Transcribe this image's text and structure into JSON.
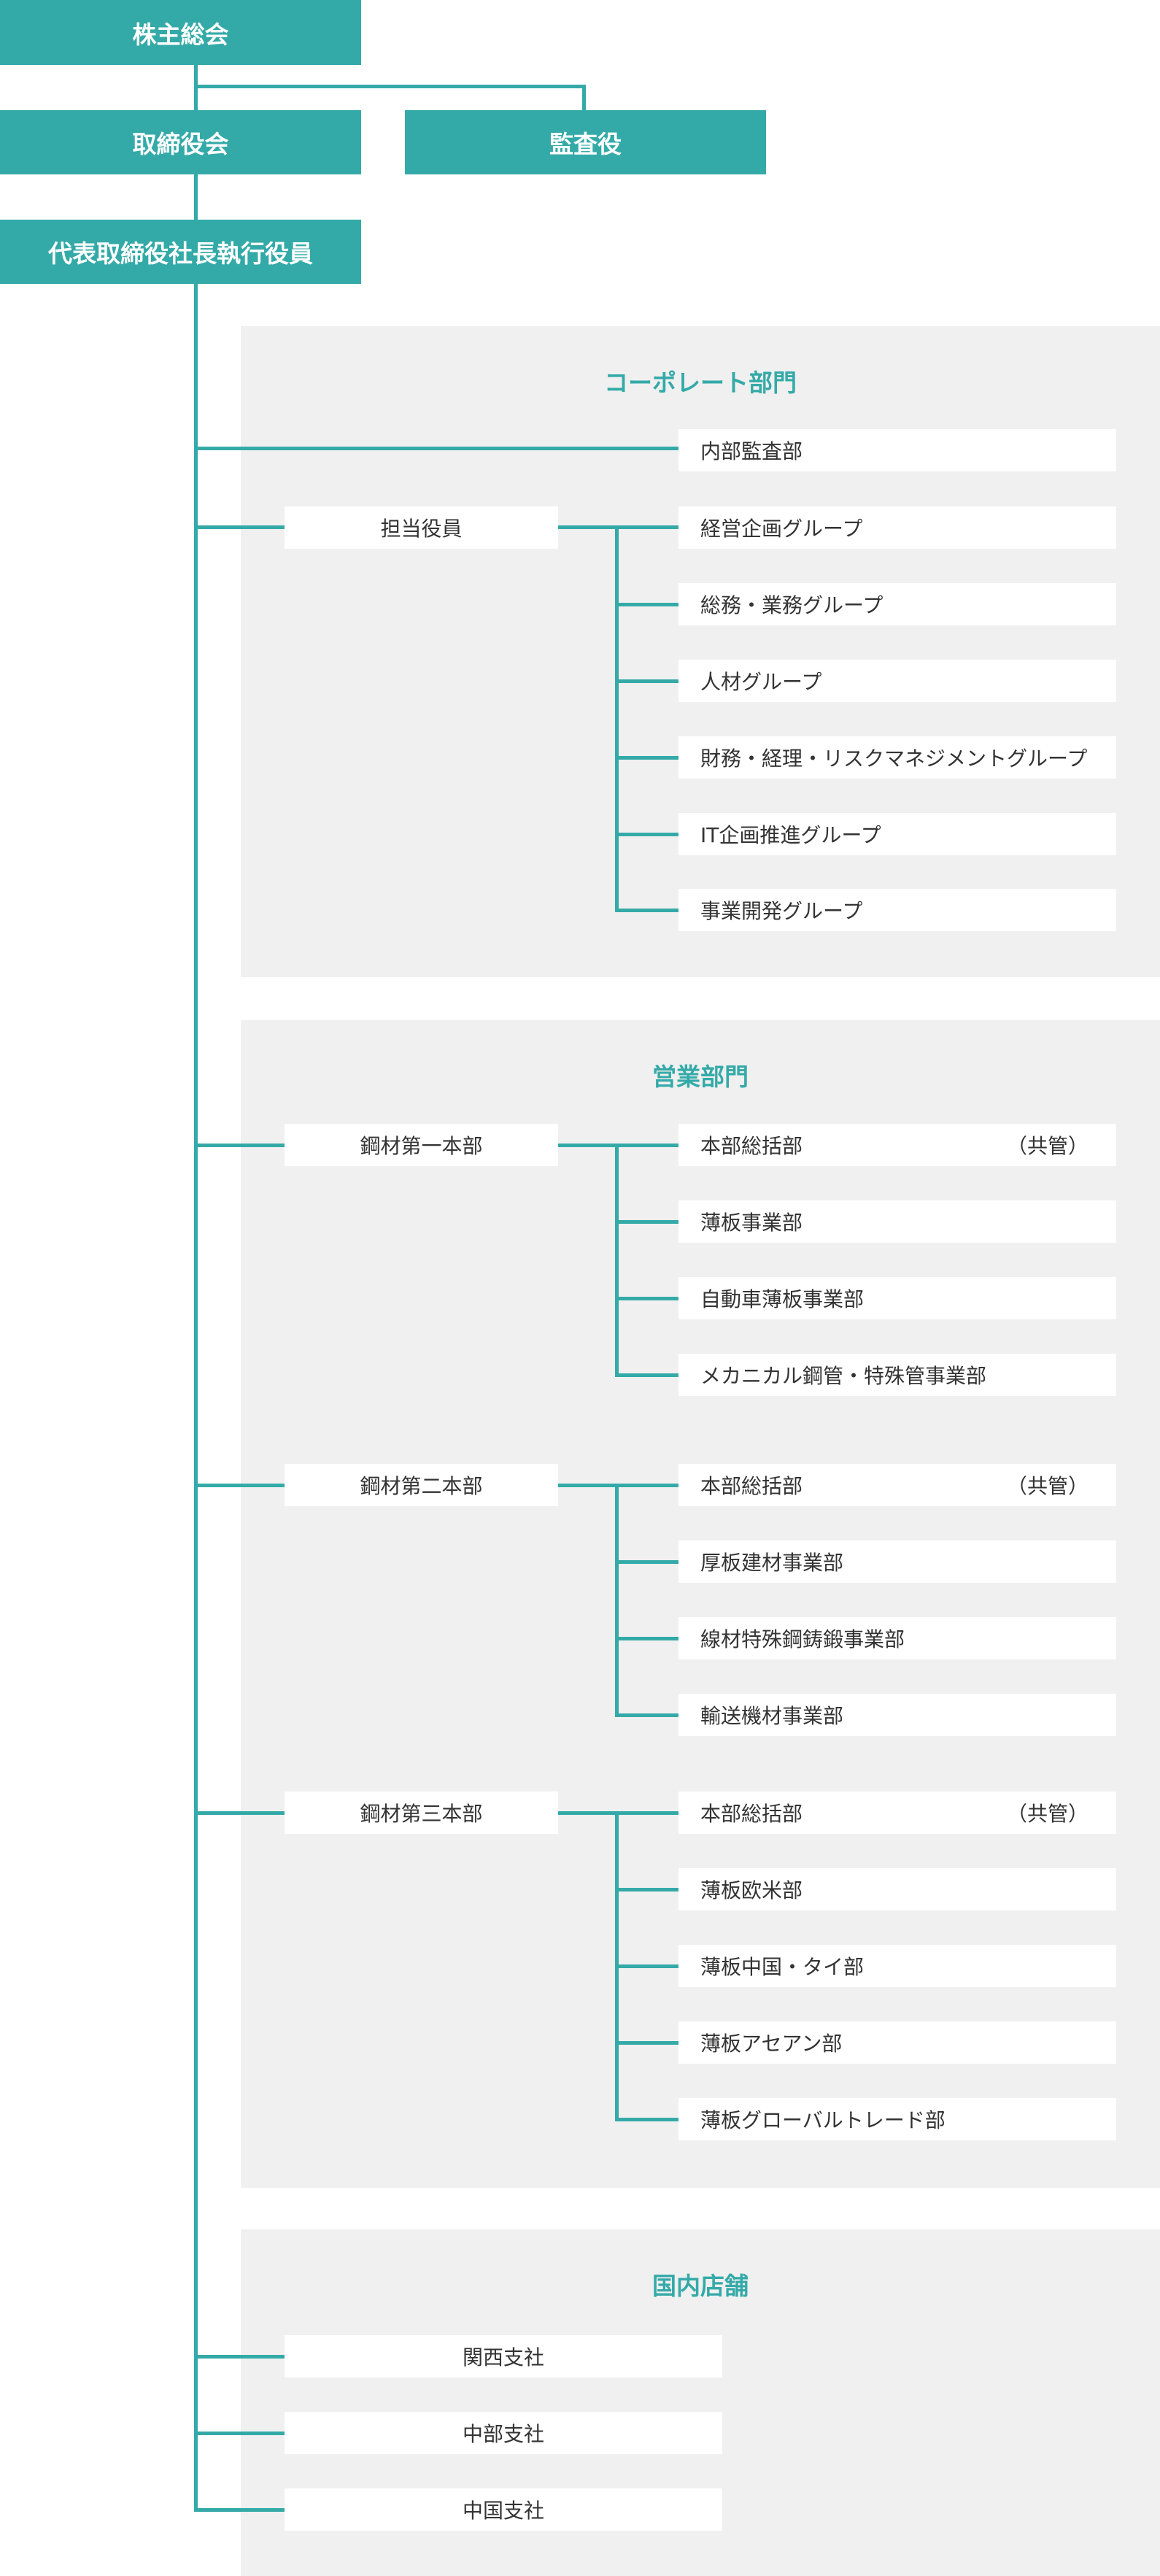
{
  "colors": {
    "accent": "#34aaa8",
    "panel": "#f0f0f0",
    "text": "#333333"
  },
  "top": {
    "shareholders": "株主総会",
    "board": "取締役会",
    "auditor": "監査役",
    "president": "代表取締役社長執行役員"
  },
  "corporate": {
    "title": "コーポレート部門",
    "internal_audit": "内部監査部",
    "officer": "担当役員",
    "groups": [
      "経営企画グループ",
      "総務・業務グループ",
      "人材グループ",
      "財務・経理・リスクマネジメントグループ",
      "IT企画推進グループ",
      "事業開発グループ"
    ]
  },
  "sales": {
    "title": "営業部門",
    "joint_note": "（共管）",
    "hq1": {
      "name": "鋼材第一本部",
      "depts": [
        "本部総括部",
        "薄板事業部",
        "自動車薄板事業部",
        "メカニカル鋼管・特殊管事業部"
      ]
    },
    "hq2": {
      "name": "鋼材第二本部",
      "depts": [
        "本部総括部",
        "厚板建材事業部",
        "線材特殊鋼鋳鍛事業部",
        "輸送機材事業部"
      ]
    },
    "hq3": {
      "name": "鋼材第三本部",
      "depts": [
        "本部総括部",
        "薄板欧米部",
        "薄板中国・タイ部",
        "薄板アセアン部",
        "薄板グローバルトレード部"
      ]
    }
  },
  "domestic": {
    "title": "国内店舗",
    "branches": [
      "関西支社",
      "中部支社",
      "中国支社"
    ]
  }
}
